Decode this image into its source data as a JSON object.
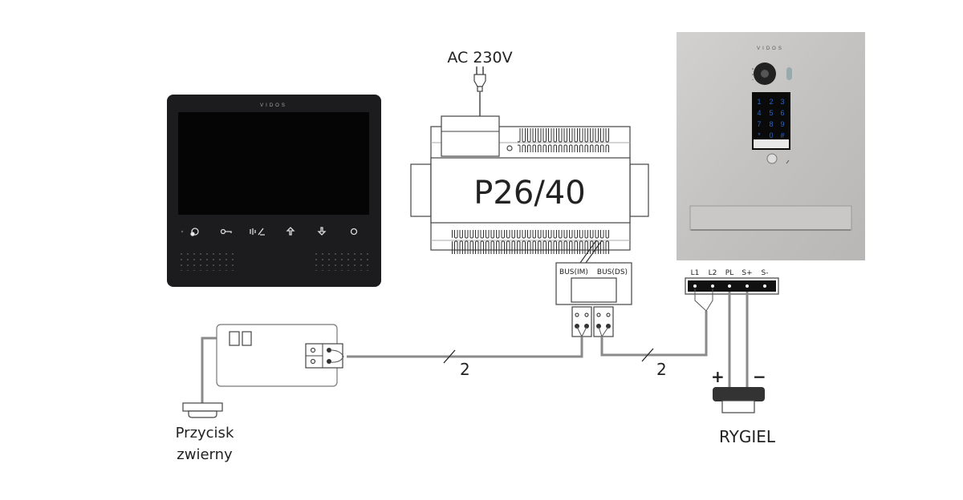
{
  "power_supply": {
    "model": "P26/40",
    "input_label": "AC 230V",
    "bus_im_label": "BUS(IM)",
    "bus_ds_label": "BUS(DS)"
  },
  "monitor": {
    "brand": "VIDOS"
  },
  "door_station": {
    "brand": "VIDOS",
    "keypad_keys": [
      "1",
      "2",
      "3",
      "4",
      "5",
      "6",
      "7",
      "8",
      "9",
      "*",
      "0",
      "#"
    ],
    "terminal_labels": [
      "L1",
      "L2",
      "PL",
      "S+",
      "S-"
    ]
  },
  "wiring": {
    "bus_im_wire_count": "2",
    "bus_ds_wire_count": "2",
    "lock_plus": "+",
    "lock_minus": "−"
  },
  "lock": {
    "label": "RYGIEL"
  },
  "exit_button": {
    "label_line1": "Przycisk",
    "label_line2": "zwierny"
  },
  "colors": {
    "wire": "#8a8a8a",
    "monitor": "#1c1c1e",
    "panel": "#c9c7c5",
    "keypad_digits": "#2a66c8"
  }
}
